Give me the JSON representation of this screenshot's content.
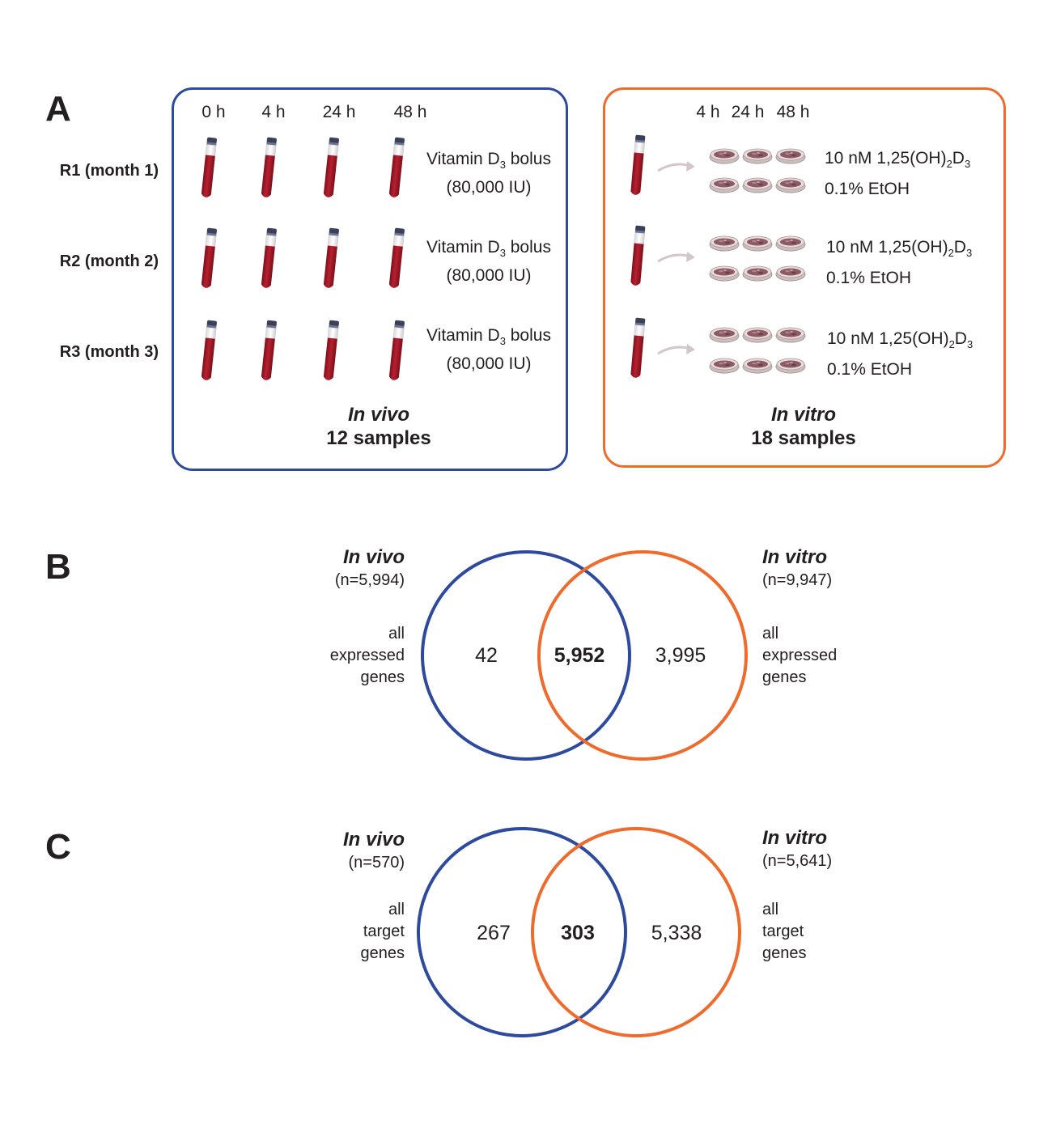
{
  "panelA": {
    "letter": "A",
    "invivo": {
      "times": [
        "0 h",
        "4 h",
        "24 h",
        "48 h"
      ],
      "rows": [
        "R1 (month 1)",
        "R2 (month 2)",
        "R3 (month 3)"
      ],
      "treatment_pre": "Vitamin D",
      "treatment_sub": "3",
      "treatment_post": " bolus",
      "treatment_line2": "(80,000 IU)",
      "title": "In vivo",
      "samples": "12 samples",
      "color": "#2e4a9e"
    },
    "invitro": {
      "times": [
        "4 h",
        "24 h",
        "48 h"
      ],
      "treat_a_pre": "10 nM 1,25(OH)",
      "treat_a_sub1": "2",
      "treat_a_mid": "D",
      "treat_a_sub2": "3",
      "treat_b": "0.1% EtOH",
      "title": "In vitro",
      "samples": "18 samples",
      "color": "#ef6a2b"
    }
  },
  "panelB": {
    "letter": "B",
    "left": {
      "title": "In vivo",
      "n": "(n=5,994)",
      "desc": [
        "all",
        "expressed",
        "genes"
      ]
    },
    "right": {
      "title": "In vitro",
      "n": "(n=9,947)",
      "desc": [
        "all",
        "expressed",
        "genes"
      ]
    },
    "only_left": "42",
    "overlap": "5,952",
    "only_right": "3,995"
  },
  "panelC": {
    "letter": "C",
    "left": {
      "title": "In vivo",
      "n": "(n=570)",
      "desc": [
        "all",
        "target",
        "genes"
      ]
    },
    "right": {
      "title": "In vitro",
      "n": "(n=5,641)",
      "desc": [
        "all",
        "target",
        "genes"
      ]
    },
    "only_left": "267",
    "overlap": "303",
    "only_right": "5,338"
  },
  "icons": {
    "tube": "blood-tube-icon",
    "dish": "petri-dish-icon",
    "arrow": "arrow-icon"
  },
  "colors": {
    "blue": "#2e4a9e",
    "orange": "#ef6a2b",
    "blood": "#a61c2a"
  }
}
